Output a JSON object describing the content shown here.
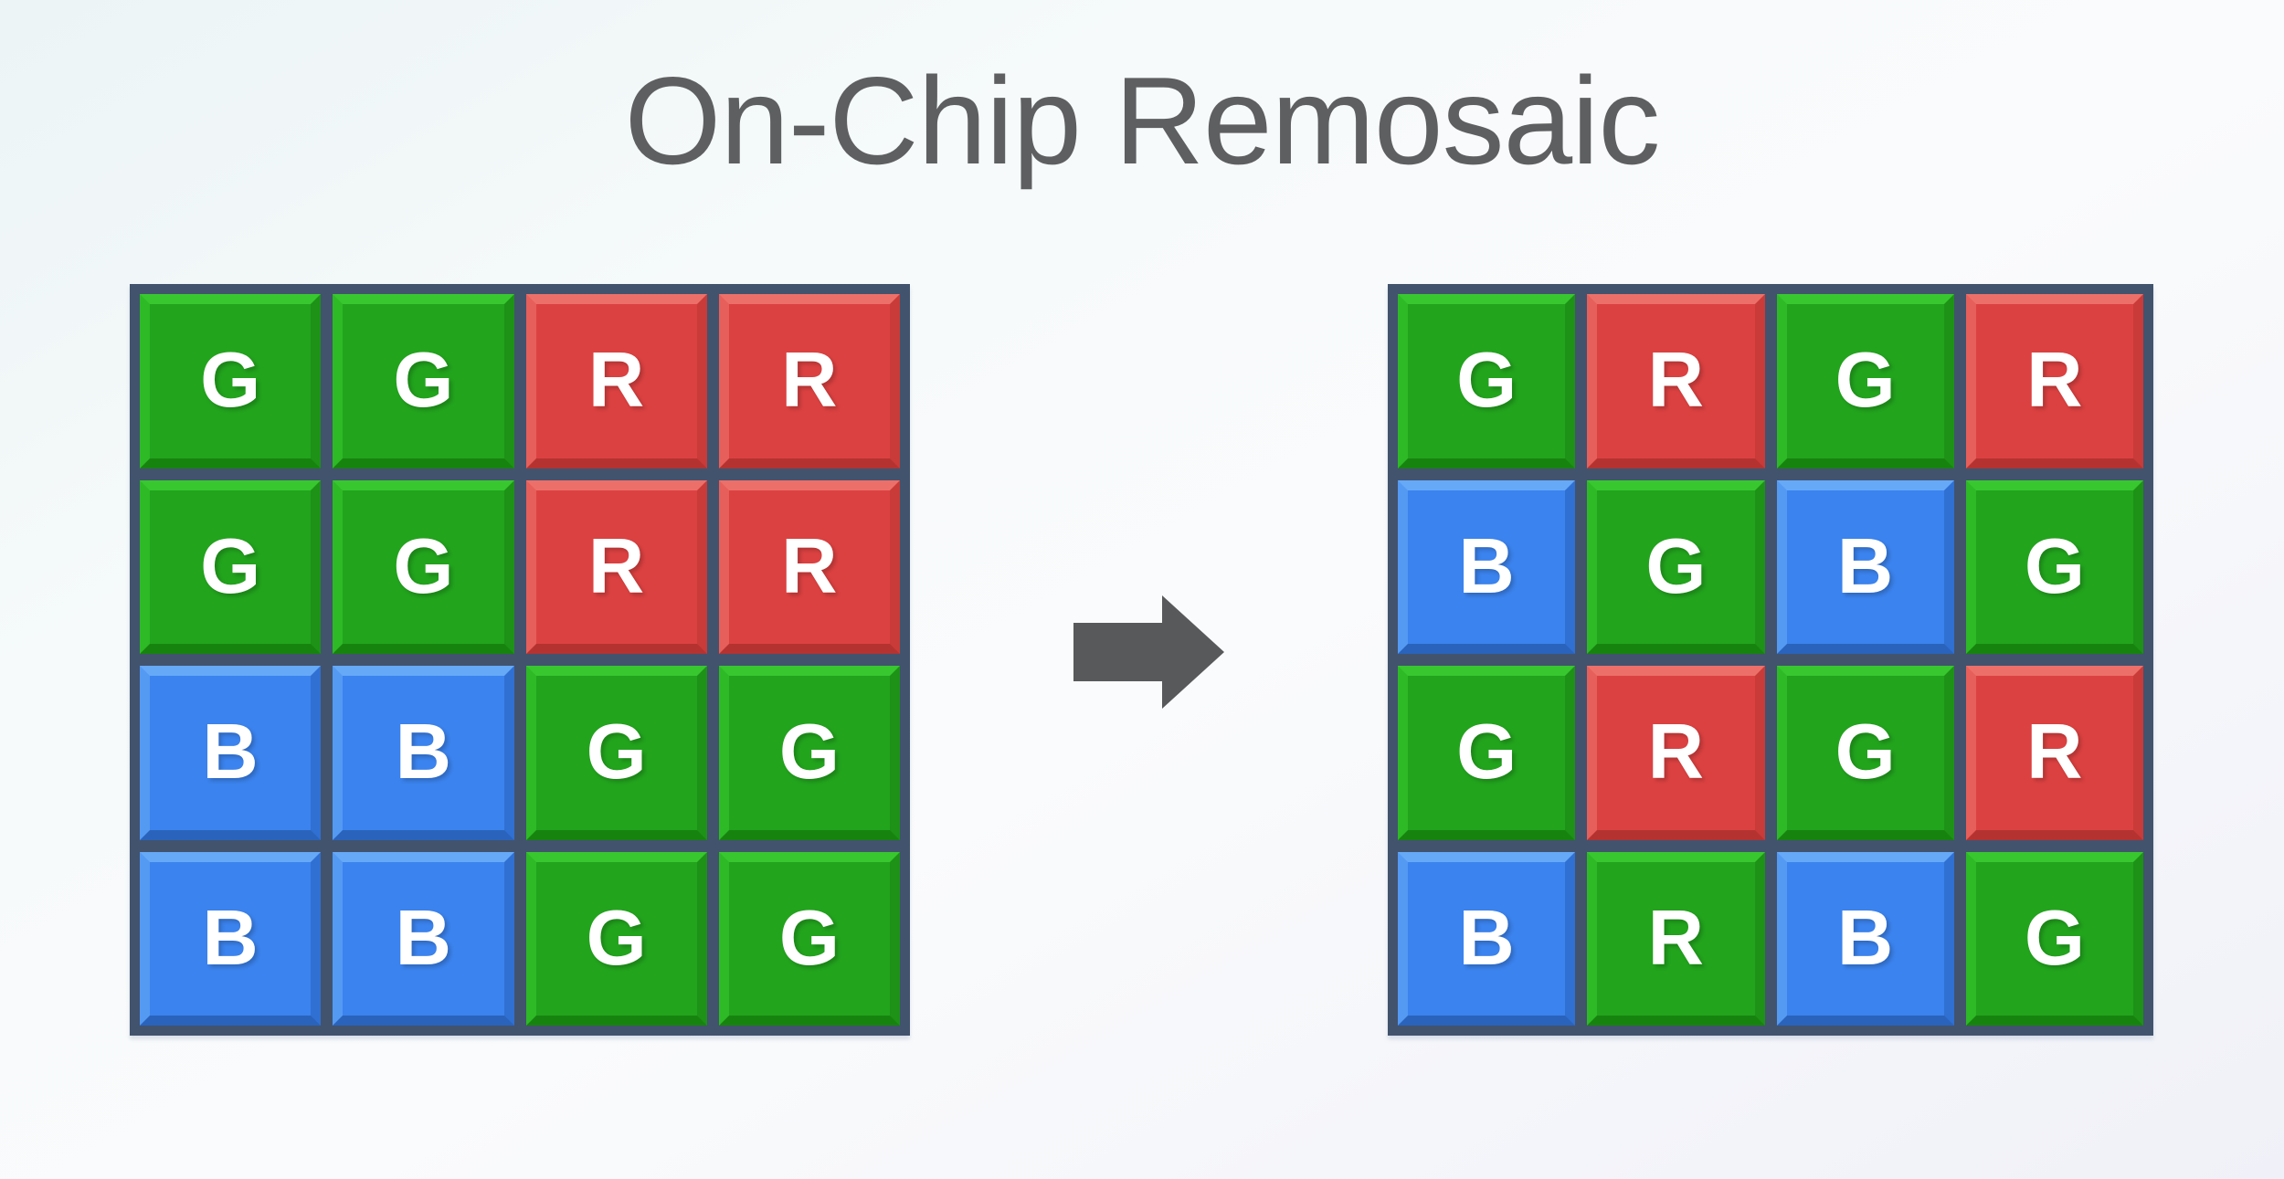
{
  "title": "On-Chip Remosaic",
  "arrow": {
    "icon": "right-arrow",
    "color": "#58595b"
  },
  "colors": {
    "background_top": "#ecf4f6",
    "background_bottom": "#f0f1f8",
    "grid_frame": "#42536e",
    "title_text": "#5e5f61",
    "letter_text": "#ffffff",
    "green": {
      "face": "#22a41d",
      "bevel_top": "#38c72f",
      "bevel_left": "#2eb926",
      "bevel_right": "#1d9217",
      "bevel_bottom": "#17830f"
    },
    "red": {
      "face": "#dc4141",
      "bevel_top": "#ec7069",
      "bevel_left": "#e65f5a",
      "bevel_right": "#c93b38",
      "bevel_bottom": "#b43331"
    },
    "blue": {
      "face": "#3b83ee",
      "bevel_top": "#66a9f7",
      "bevel_left": "#549af3",
      "bevel_right": "#3070d2",
      "bevel_bottom": "#2a63bb"
    }
  },
  "left_grid": {
    "rows": [
      [
        {
          "label": "G",
          "color": "green"
        },
        {
          "label": "G",
          "color": "green"
        },
        {
          "label": "R",
          "color": "red"
        },
        {
          "label": "R",
          "color": "red"
        }
      ],
      [
        {
          "label": "G",
          "color": "green"
        },
        {
          "label": "G",
          "color": "green"
        },
        {
          "label": "R",
          "color": "red"
        },
        {
          "label": "R",
          "color": "red"
        }
      ],
      [
        {
          "label": "B",
          "color": "blue"
        },
        {
          "label": "B",
          "color": "blue"
        },
        {
          "label": "G",
          "color": "green"
        },
        {
          "label": "G",
          "color": "green"
        }
      ],
      [
        {
          "label": "B",
          "color": "blue"
        },
        {
          "label": "B",
          "color": "blue"
        },
        {
          "label": "G",
          "color": "green"
        },
        {
          "label": "G",
          "color": "green"
        }
      ]
    ]
  },
  "right_grid": {
    "rows": [
      [
        {
          "label": "G",
          "color": "green"
        },
        {
          "label": "R",
          "color": "red"
        },
        {
          "label": "G",
          "color": "green"
        },
        {
          "label": "R",
          "color": "red"
        }
      ],
      [
        {
          "label": "B",
          "color": "blue"
        },
        {
          "label": "G",
          "color": "green"
        },
        {
          "label": "B",
          "color": "blue"
        },
        {
          "label": "G",
          "color": "green"
        }
      ],
      [
        {
          "label": "G",
          "color": "green"
        },
        {
          "label": "R",
          "color": "red"
        },
        {
          "label": "G",
          "color": "green"
        },
        {
          "label": "R",
          "color": "red"
        }
      ],
      [
        {
          "label": "B",
          "color": "blue"
        },
        {
          "label": "R",
          "color": "green"
        },
        {
          "label": "B",
          "color": "blue"
        },
        {
          "label": "G",
          "color": "green"
        }
      ]
    ]
  }
}
